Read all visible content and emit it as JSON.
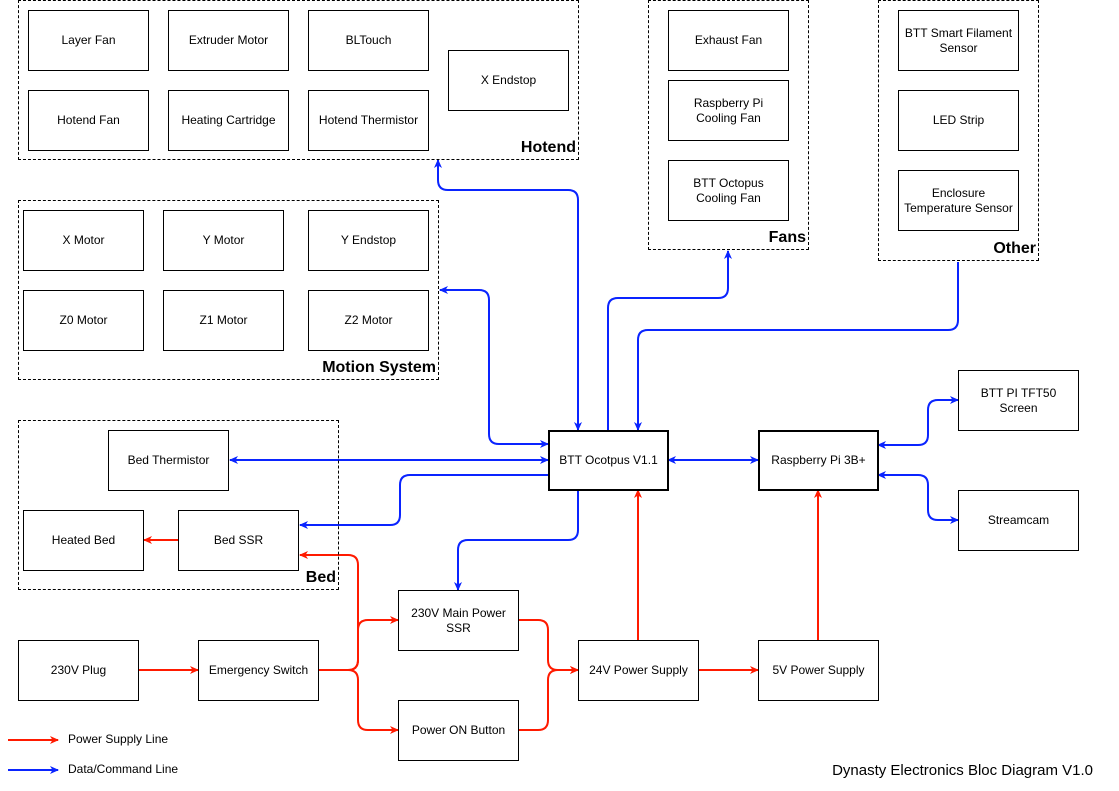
{
  "colors": {
    "power": "#FF1A00",
    "data": "#0A24FF"
  },
  "groups": {
    "hotend": "Hotend",
    "motion": "Motion System",
    "bed": "Bed",
    "fans": "Fans",
    "other": "Other"
  },
  "nodes": {
    "layer_fan": "Layer Fan",
    "extruder_motor": "Extruder Motor",
    "bltouch": "BLTouch",
    "x_endstop": "X Endstop",
    "hotend_fan": "Hotend Fan",
    "heating_cartridge": "Heating Cartridge",
    "hotend_thermistor": "Hotend Thermistor",
    "x_motor": "X Motor",
    "y_motor": "Y Motor",
    "y_endstop": "Y Endstop",
    "z0_motor": "Z0 Motor",
    "z1_motor": "Z1 Motor",
    "z2_motor": "Z2 Motor",
    "bed_thermistor": "Bed Thermistor",
    "heated_bed": "Heated Bed",
    "bed_ssr": "Bed SSR",
    "exhaust_fan": "Exhaust Fan",
    "rpi_cooling_fan": "Raspberry Pi Cooling Fan",
    "octopus_cooling_fan": "BTT Octopus Cooling Fan",
    "filament_sensor": "BTT Smart Filament Sensor",
    "led_strip": "LED Strip",
    "enclosure_temp_sensor": "Enclosure Temperature Sensor",
    "btt_octopus": "BTT Ocotpus V1.1",
    "raspberry_pi": "Raspberry Pi 3B+",
    "tft50_screen": "BTT PI TFT50 Screen",
    "streamcam": "Streamcam",
    "main_power_ssr": "230V Main Power SSR",
    "plug_230v": "230V Plug",
    "emergency_switch": "Emergency Switch",
    "psu_24v": "24V Power Supply",
    "psu_5v": "5V Power Supply",
    "power_on_button": "Power ON Button"
  },
  "legend": {
    "power": "Power Supply Line",
    "data": "Data/Command Line"
  },
  "footer": "Dynasty Electronics Bloc Diagram V1.0"
}
